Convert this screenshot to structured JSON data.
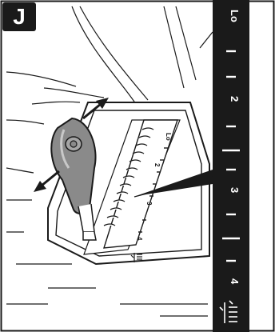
{
  "figure_label": "J",
  "scale": {
    "labels": [
      "Lo",
      "2",
      "3",
      "4"
    ]
  },
  "knob_scale": {
    "labels": [
      "Lo",
      "2",
      "3",
      "4"
    ]
  },
  "icons": [
    "lever-adjust-arrow-icon",
    "lever-adjust-arrow-icon",
    "fan-speed-icon",
    "fan-speed-icon"
  ],
  "colors": {
    "ink": "#1a1a1a",
    "knob": "#8a8a8a",
    "paper": "#ffffff"
  }
}
